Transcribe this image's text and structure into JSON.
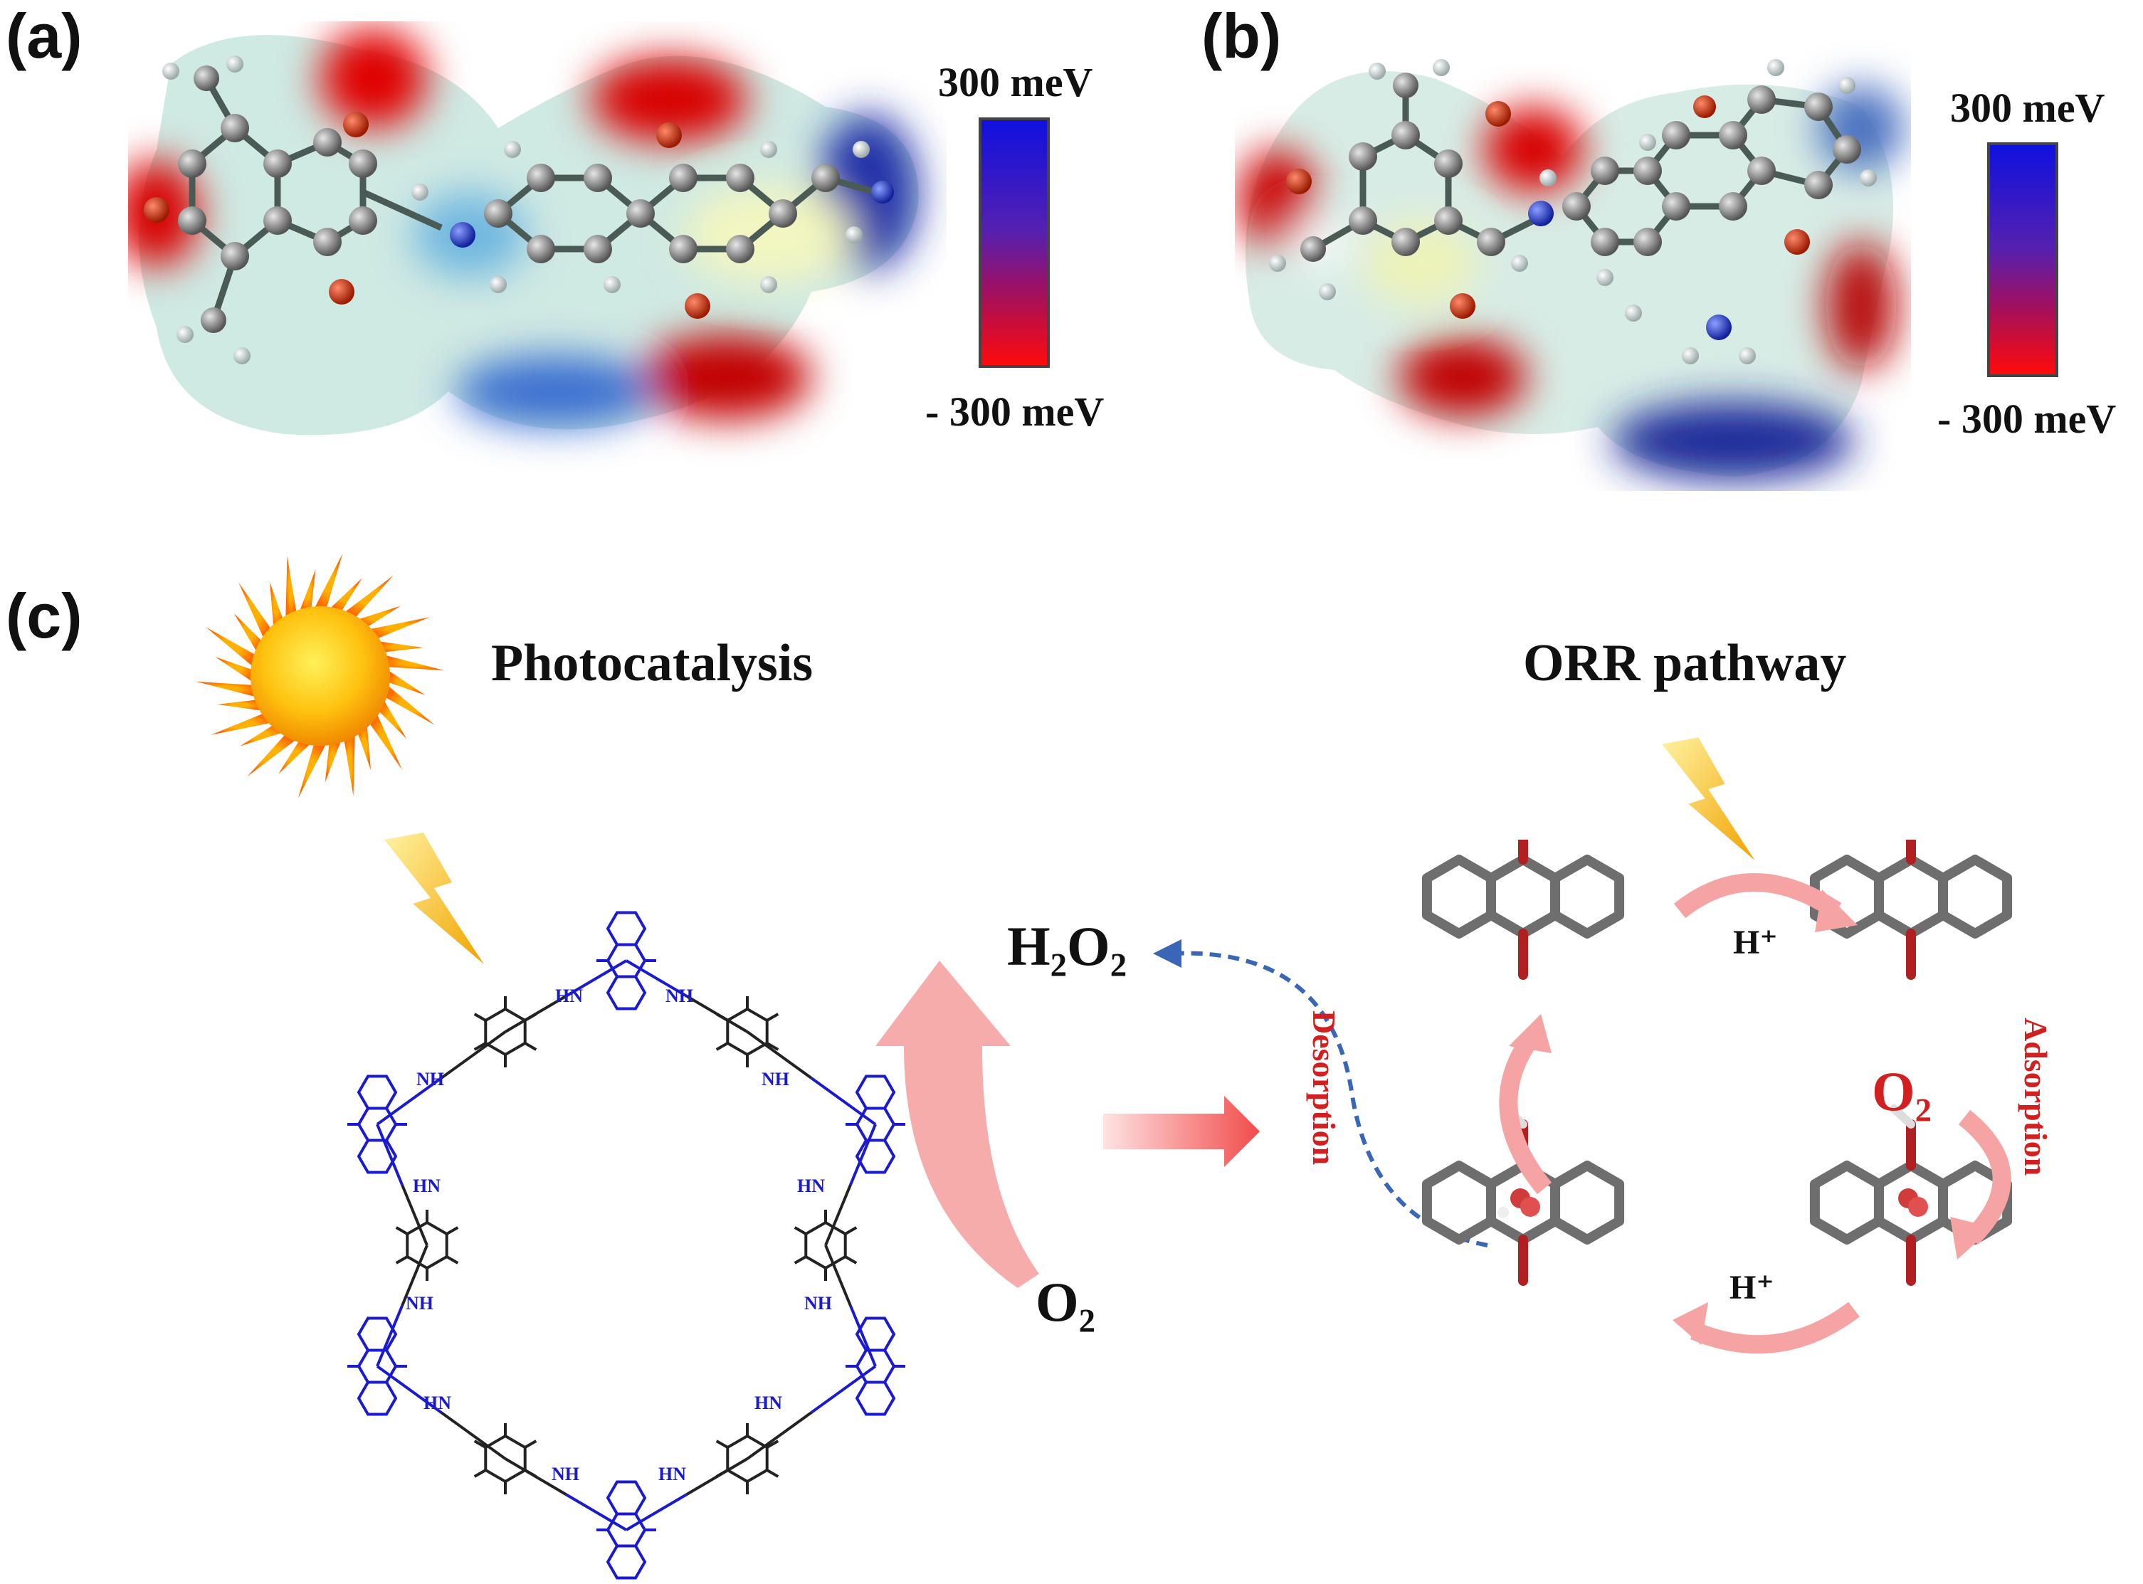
{
  "panels": {
    "a": {
      "label": "(a)",
      "scale_max": "300 meV",
      "scale_min": "- 300 meV"
    },
    "b": {
      "label": "(b)",
      "scale_max": "300 meV",
      "scale_min": "- 300 meV"
    },
    "c": {
      "label": "(c)",
      "photocatalysis_title": "Photocatalysis",
      "orr_title": "ORR pathway"
    }
  },
  "scheme": {
    "h2o2": "H₂O₂",
    "o2_reactant": "O₂",
    "o2_adsorbed": "O₂",
    "desorption": "Desorption",
    "adsorption": "Adsorption",
    "proton_top": "H⁺",
    "proton_bottom": "H⁺",
    "nh": "NH",
    "hn": "HN",
    "oxygen": "O"
  },
  "colors": {
    "positive": "#1010e0",
    "negative": "#ff0a0a",
    "red_label": "#d21f1f",
    "blue_framework": "#1a1ad0",
    "arrow_pink": "#f6a3a3",
    "dashed_blue": "#3a66b8"
  }
}
